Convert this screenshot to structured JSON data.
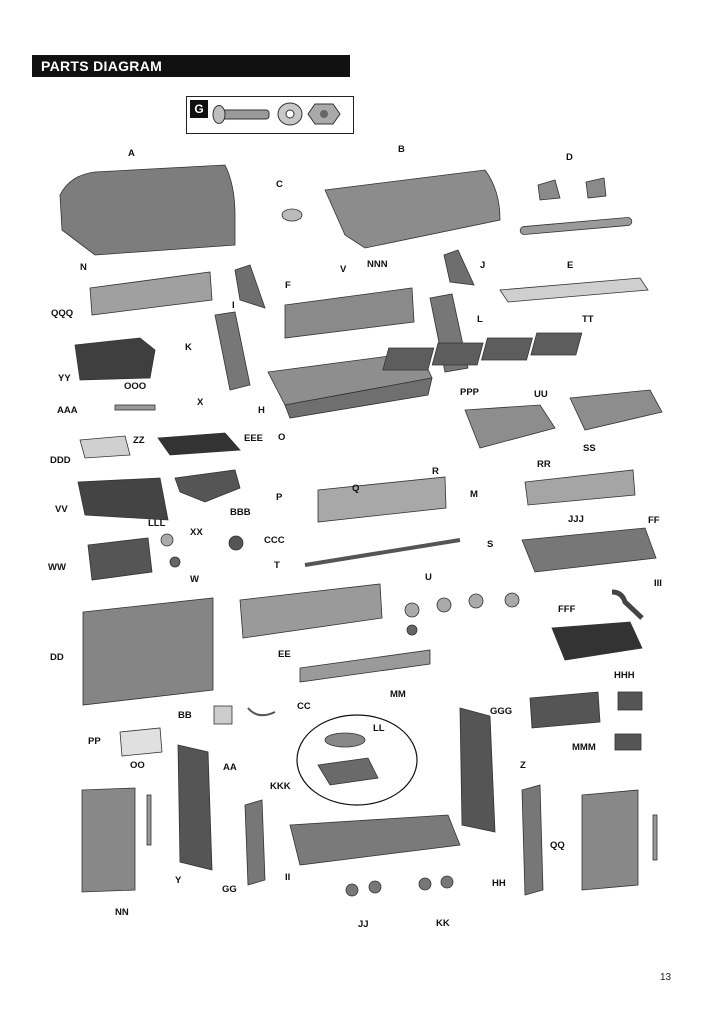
{
  "title": "PARTS DIAGRAM",
  "inset_label": "G",
  "page_number": "13",
  "labels": [
    "A",
    "B",
    "C",
    "D",
    "E",
    "F",
    "H",
    "I",
    "J",
    "K",
    "L",
    "M",
    "N",
    "O",
    "P",
    "Q",
    "R",
    "S",
    "T",
    "U",
    "V",
    "W",
    "X",
    "Y",
    "Z",
    "AA",
    "BB",
    "CC",
    "DD",
    "EE",
    "FF",
    "GG",
    "HH",
    "II",
    "JJ",
    "KK",
    "LL",
    "MM",
    "NN",
    "OO",
    "PP",
    "QQ",
    "RR",
    "SS",
    "TT",
    "UU",
    "VV",
    "WW",
    "XX",
    "YY",
    "ZZ",
    "AAA",
    "BBB",
    "CCC",
    "DDD",
    "EEE",
    "FFF",
    "GGG",
    "HHH",
    "III",
    "JJJ",
    "KKK",
    "LLL",
    "MMM",
    "NNN",
    "OOO",
    "PPP",
    "QQQ"
  ]
}
